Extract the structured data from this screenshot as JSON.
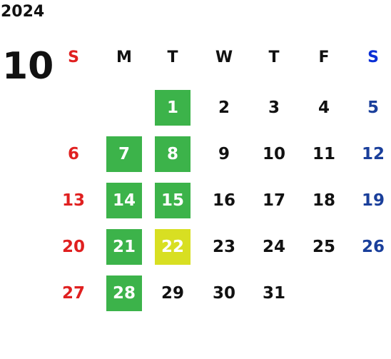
{
  "calendar": {
    "year": "2024",
    "month": "10",
    "weekdays": [
      "S",
      "M",
      "T",
      "W",
      "T",
      "F",
      "S"
    ],
    "first_weekday_index": 2,
    "days": [
      {
        "day": "1",
        "highlight": "green"
      },
      {
        "day": "2",
        "highlight": ""
      },
      {
        "day": "3",
        "highlight": ""
      },
      {
        "day": "4",
        "highlight": ""
      },
      {
        "day": "5",
        "highlight": ""
      },
      {
        "day": "6",
        "highlight": ""
      },
      {
        "day": "7",
        "highlight": "green"
      },
      {
        "day": "8",
        "highlight": "green"
      },
      {
        "day": "9",
        "highlight": ""
      },
      {
        "day": "10",
        "highlight": ""
      },
      {
        "day": "11",
        "highlight": ""
      },
      {
        "day": "12",
        "highlight": ""
      },
      {
        "day": "13",
        "highlight": ""
      },
      {
        "day": "14",
        "highlight": "green"
      },
      {
        "day": "15",
        "highlight": "green"
      },
      {
        "day": "16",
        "highlight": ""
      },
      {
        "day": "17",
        "highlight": ""
      },
      {
        "day": "18",
        "highlight": ""
      },
      {
        "day": "19",
        "highlight": ""
      },
      {
        "day": "20",
        "highlight": ""
      },
      {
        "day": "21",
        "highlight": "green"
      },
      {
        "day": "22",
        "highlight": "yellow"
      },
      {
        "day": "23",
        "highlight": ""
      },
      {
        "day": "24",
        "highlight": ""
      },
      {
        "day": "25",
        "highlight": ""
      },
      {
        "day": "26",
        "highlight": ""
      },
      {
        "day": "27",
        "highlight": ""
      },
      {
        "day": "28",
        "highlight": "green"
      },
      {
        "day": "29",
        "highlight": ""
      },
      {
        "day": "30",
        "highlight": ""
      },
      {
        "day": "31",
        "highlight": ""
      }
    ]
  },
  "colors": {
    "green_highlight": "#3cb34a",
    "yellow_highlight": "#d8df22",
    "sunday_text": "#e02020",
    "saturday_text": "#1a3f9b",
    "saturday_header": "#0a2fd6"
  }
}
